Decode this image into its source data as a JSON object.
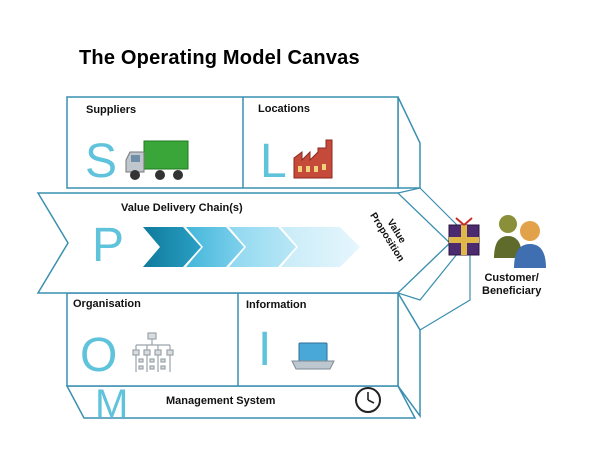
{
  "title": "The Operating Model Canvas",
  "blocks": {
    "suppliers": {
      "label": "Suppliers",
      "letter": "S"
    },
    "locations": {
      "label": "Locations",
      "letter": "L"
    },
    "value_delivery": {
      "label": "Value Delivery Chain(s)",
      "letter": "P"
    },
    "organisation": {
      "label": "Organisation",
      "letter": "O"
    },
    "information": {
      "label": "Information",
      "letter": "I"
    },
    "management": {
      "label": "Management System",
      "letter": "M"
    }
  },
  "value_proposition": {
    "line1": "Value",
    "line2": "Proposition"
  },
  "customer": {
    "line1": "Customer/",
    "line2": "Beneficiary"
  },
  "icons": [
    "truck-icon",
    "factory-icon",
    "chevron-icon",
    "org-chart-icon",
    "laptop-icon",
    "clock-icon",
    "gift-icon",
    "people-icon"
  ],
  "colors": {
    "outline": "#3b8fb0",
    "letter": "#5fc3dc",
    "chevron_dark": "#1a86a8"
  }
}
